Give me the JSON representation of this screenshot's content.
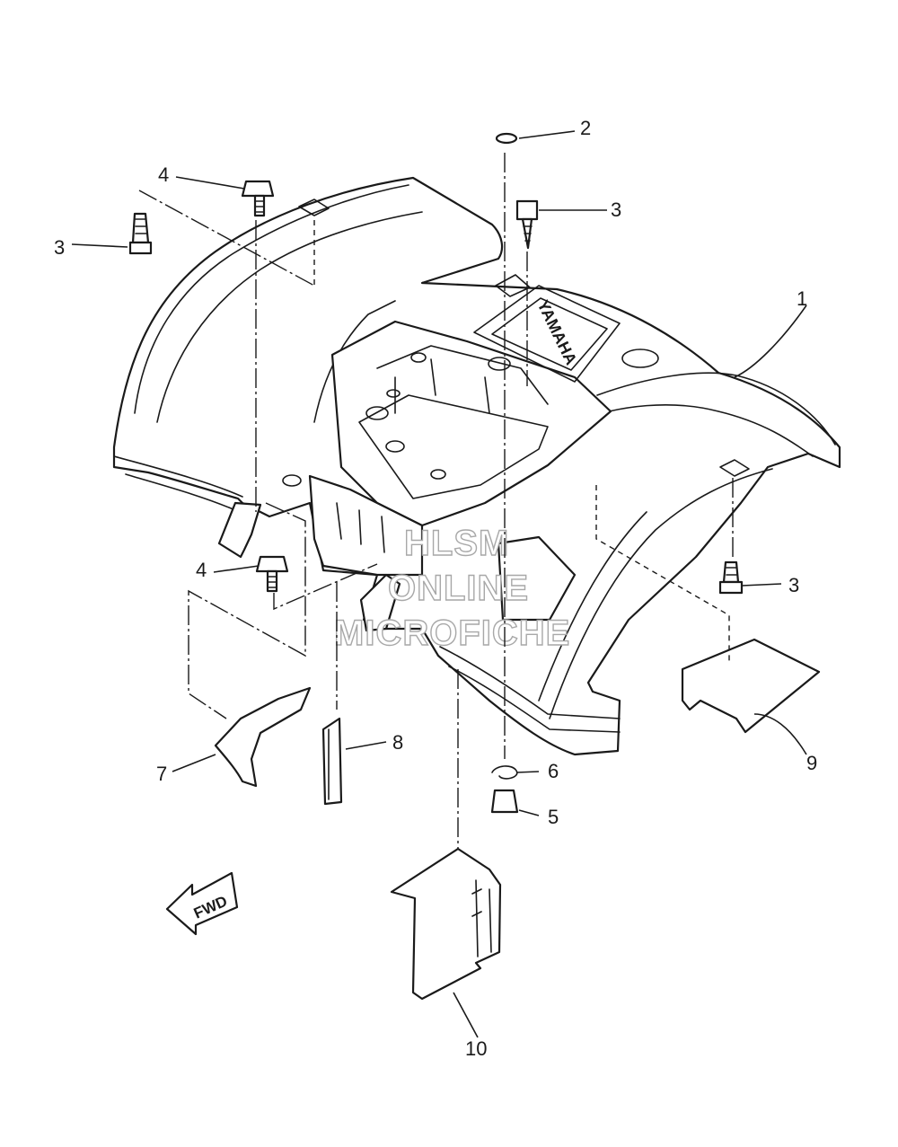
{
  "callouts": [
    {
      "id": "c1",
      "label": "1"
    },
    {
      "id": "c2",
      "label": "2"
    },
    {
      "id": "c3a",
      "label": "3"
    },
    {
      "id": "c3b",
      "label": "3"
    },
    {
      "id": "c3c",
      "label": "3"
    },
    {
      "id": "c4a",
      "label": "4"
    },
    {
      "id": "c4b",
      "label": "4"
    },
    {
      "id": "c5",
      "label": "5"
    },
    {
      "id": "c6",
      "label": "6"
    },
    {
      "id": "c7",
      "label": "7"
    },
    {
      "id": "c8",
      "label": "8"
    },
    {
      "id": "c9",
      "label": "9"
    },
    {
      "id": "c10",
      "label": "10"
    }
  ],
  "emboss_text": "YAMAHA",
  "fwd_label": "FWD",
  "watermark": {
    "line1": "HLSM",
    "line2": "ONLINE",
    "line3": "MICROFICHE"
  }
}
